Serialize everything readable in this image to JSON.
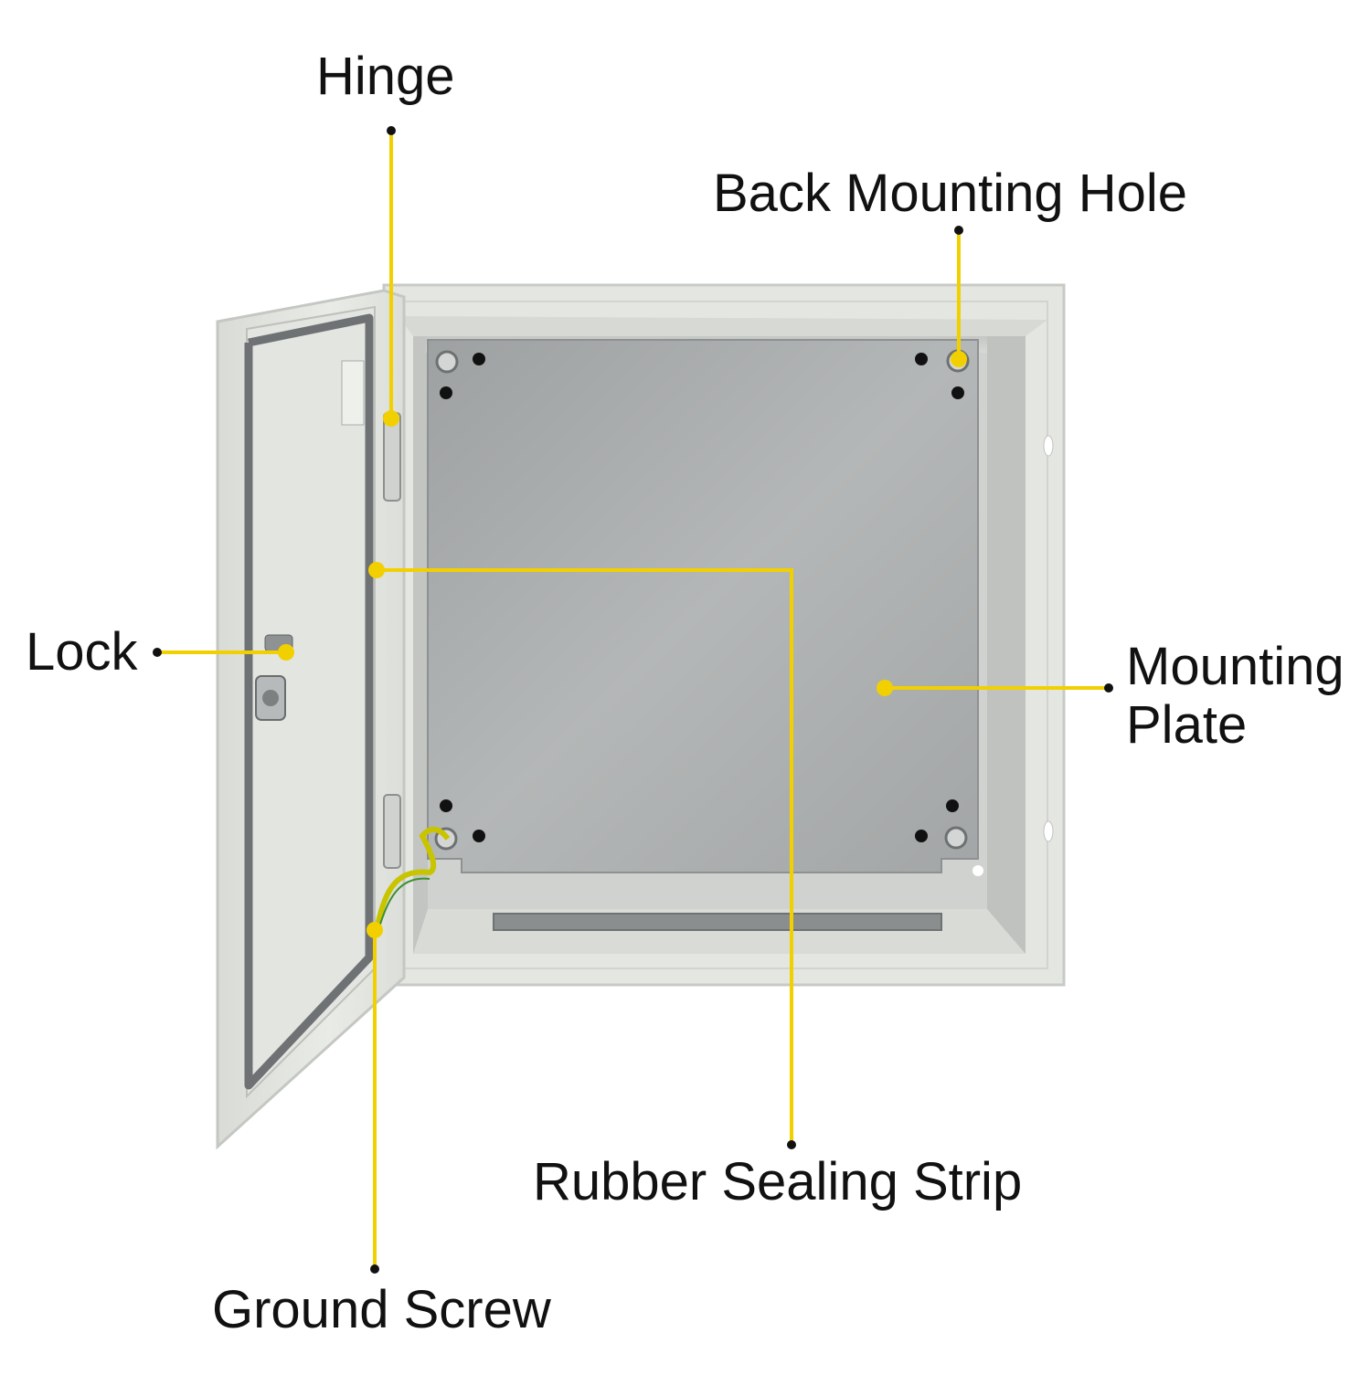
{
  "labels": {
    "hinge": "Hinge",
    "back_mounting_hole": "Back Mounting Hole",
    "lock": "Lock",
    "mounting_plate_line1": "Mounting",
    "mounting_plate_line2": "Plate",
    "rubber_sealing_strip": "Rubber Sealing Strip",
    "ground_screw": "Ground Screw"
  },
  "colors": {
    "leader_line": "#f2d000",
    "dot": "#111111",
    "enclosure_body": "#e4e6e2",
    "enclosure_shadow": "#c9ccc7",
    "mounting_plate": "#a9acac",
    "gasket": "#6f7274",
    "background": "#ffffff"
  }
}
